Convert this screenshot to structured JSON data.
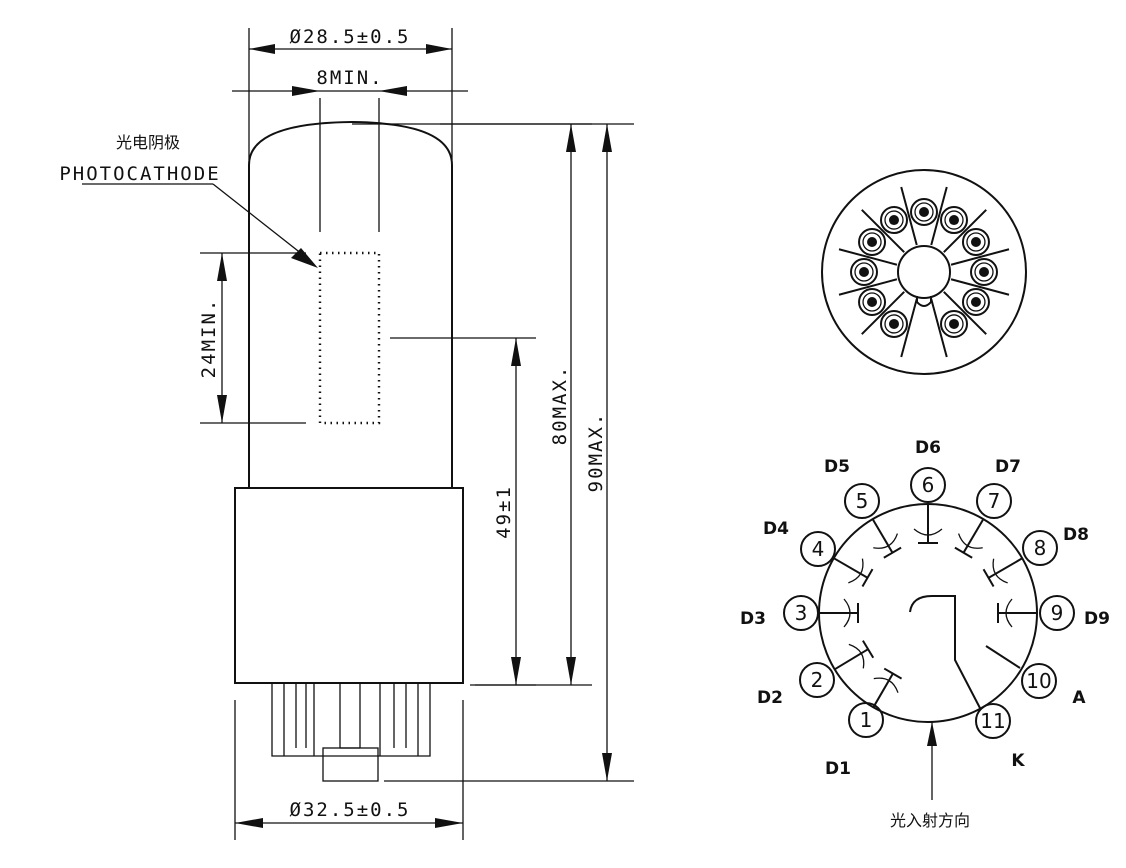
{
  "tube": {
    "photocathode_cn": "光电阴极",
    "photocathode_en": "PHOTOCATHODE",
    "dim_top_diameter": "Ø28.5±0.5",
    "dim_window_width": "8MIN.",
    "dim_window_height": "24MIN.",
    "dim_center_height": "49±1",
    "dim_body_length": "80MAX.",
    "dim_total_length": "90MAX.",
    "dim_base_diameter": "Ø32.5±0.5"
  },
  "pinout": {
    "pins": [
      {
        "num": "1",
        "label": "D1"
      },
      {
        "num": "2",
        "label": "D2"
      },
      {
        "num": "3",
        "label": "D3"
      },
      {
        "num": "4",
        "label": "D4"
      },
      {
        "num": "5",
        "label": "D5"
      },
      {
        "num": "6",
        "label": "D6"
      },
      {
        "num": "7",
        "label": "D7"
      },
      {
        "num": "8",
        "label": "D8"
      },
      {
        "num": "9",
        "label": "D9"
      },
      {
        "num": "10",
        "label": "A"
      },
      {
        "num": "11",
        "label": "K"
      }
    ],
    "light_direction": "光入射方向"
  }
}
